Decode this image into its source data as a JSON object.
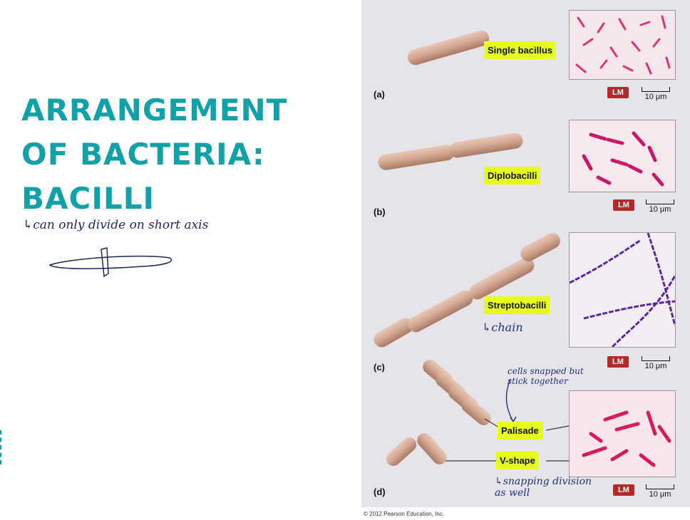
{
  "slide": {
    "title_lines": [
      "ARRANGEMENT",
      "OF BACTERIA:",
      "BACILLI"
    ],
    "note_axis": "↳can only divide on short axis"
  },
  "figure": {
    "panels": [
      {
        "letter": "(a)",
        "label": "Single bacillus",
        "lm": "LM",
        "scale": "10 μm"
      },
      {
        "letter": "(b)",
        "label": "Diplobacilli",
        "lm": "LM",
        "scale": "10 μm"
      },
      {
        "letter": "(c)",
        "label": "Streptobacilli",
        "lm": "LM",
        "scale": "10 μm",
        "note": "↳chain"
      },
      {
        "letter": "(d)",
        "labels": [
          "Palisade",
          "V-shape"
        ],
        "lm": "LM",
        "scale": "10 μm",
        "note_top": "cells snapped but stick together",
        "note_bottom": "↳snapping division as well"
      }
    ],
    "copyright": "© 2012 Pearson Education, Inc."
  },
  "colors": {
    "title": "#13a1a8",
    "highlight": "#e6ff1e",
    "lm_badge": "#b22a2a",
    "figure_bg": "#e6e4eb",
    "ink": "#1b2a5c"
  }
}
